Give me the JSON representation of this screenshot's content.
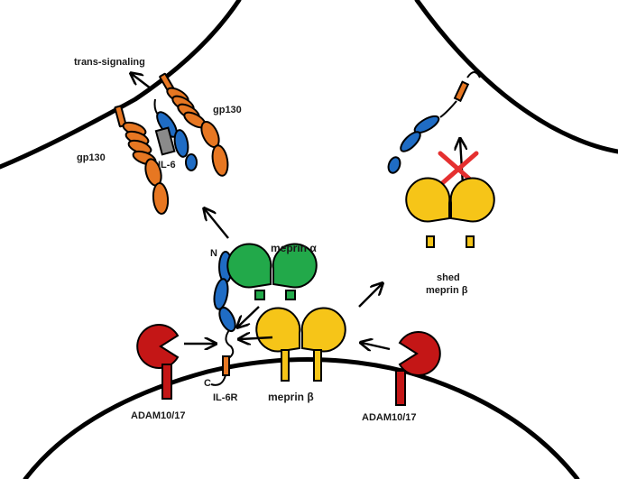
{
  "labels": {
    "trans_signaling": "trans-signaling",
    "gp130_top": "gp130",
    "gp130_left": "gp130",
    "il6": "IL-6",
    "n_terminus": "N",
    "c_terminus": "C",
    "il6r": "IL-6R",
    "meprin_alpha": "meprin α",
    "meprin_beta": "meprin β",
    "shed_line1": "shed",
    "shed_line2": "meprin β",
    "adam_left": "ADAM10/17",
    "adam_right": "ADAM10/17"
  },
  "colors": {
    "il6r": "#1f6cc4",
    "gp130": "#e77722",
    "il6": "#8a8a8a",
    "meprin_alpha": "#22a94a",
    "meprin_beta": "#f6c518",
    "adam": "#c41616",
    "inhibition_cross": "#e53030"
  }
}
